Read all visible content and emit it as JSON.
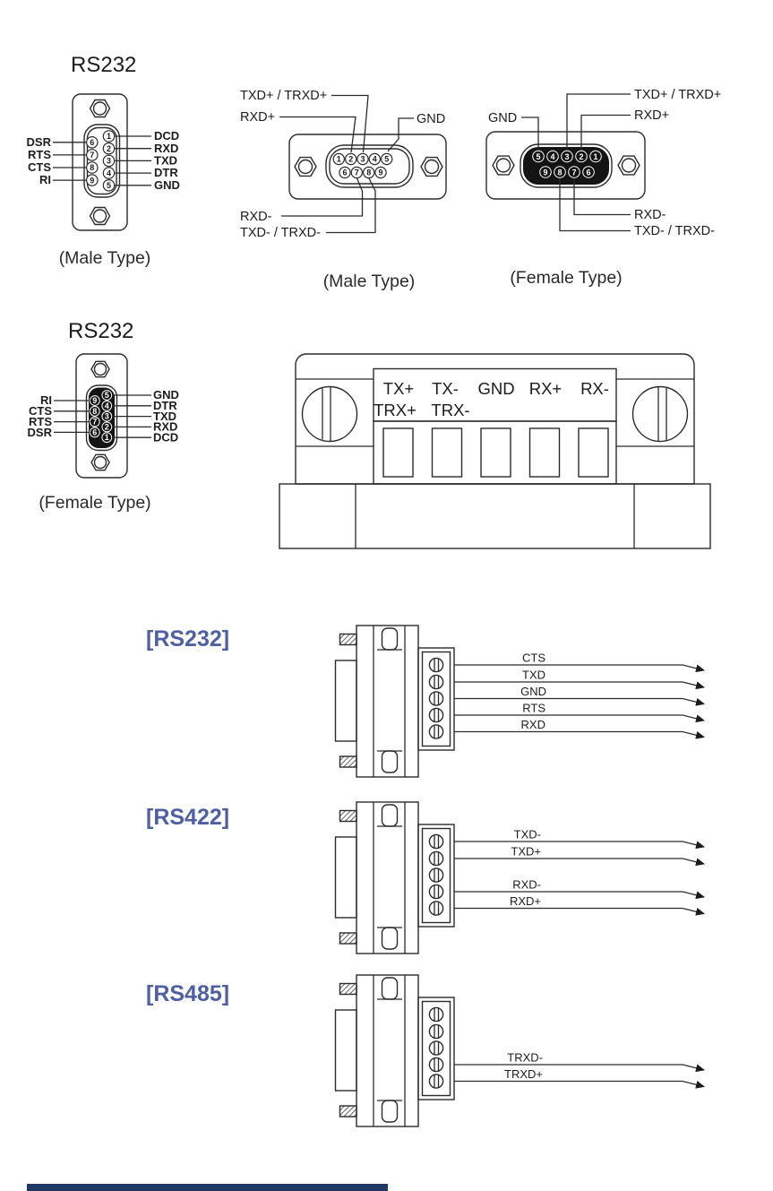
{
  "colors": {
    "accent": "#4e5fa6",
    "line": "#2b2b2b",
    "footer_bar": "#203864"
  },
  "top_left": {
    "title": "RS232",
    "caption": "(Male Type)",
    "left_pins": [
      {
        "pin": "6",
        "label": "DSR"
      },
      {
        "pin": "7",
        "label": "RTS"
      },
      {
        "pin": "8",
        "label": "CTS"
      },
      {
        "pin": "9",
        "label": "RI"
      }
    ],
    "right_pins": [
      {
        "pin": "1",
        "label": "DCD"
      },
      {
        "pin": "2",
        "label": "RXD"
      },
      {
        "pin": "3",
        "label": "TXD"
      },
      {
        "pin": "4",
        "label": "DTR"
      },
      {
        "pin": "5",
        "label": "GND"
      }
    ]
  },
  "top_middle": {
    "caption": "(Male Type)",
    "labels": {
      "txd_plus": "TXD+ / TRXD+",
      "rxd_plus": "RXD+",
      "gnd": "GND",
      "rxd_minus": "RXD-",
      "txd_minus": "TXD- / TRXD-"
    },
    "pins_top": [
      "1",
      "2",
      "3",
      "4",
      "5"
    ],
    "pins_bottom": [
      "6",
      "7",
      "8",
      "9"
    ]
  },
  "top_right": {
    "caption": "(Female Type)",
    "labels": {
      "txd_plus": "TXD+ / TRXD+",
      "rxd_plus": "RXD+",
      "gnd": "GND",
      "rxd_minus": "RXD-",
      "txd_minus": "TXD- / TRXD-"
    },
    "pins_top": [
      "5",
      "4",
      "3",
      "2",
      "1"
    ],
    "pins_bottom": [
      "9",
      "8",
      "7",
      "6"
    ]
  },
  "mid_left": {
    "title": "RS232",
    "caption": "(Female Type)",
    "left_pins": [
      {
        "pin": "9",
        "label": "RI"
      },
      {
        "pin": "8",
        "label": "CTS"
      },
      {
        "pin": "7",
        "label": "RTS"
      },
      {
        "pin": "6",
        "label": "DSR"
      }
    ],
    "right_pins": [
      {
        "pin": "5",
        "label": "GND"
      },
      {
        "pin": "4",
        "label": "DTR"
      },
      {
        "pin": "3",
        "label": "TXD"
      },
      {
        "pin": "2",
        "label": "RXD"
      },
      {
        "pin": "1",
        "label": "DCD"
      }
    ]
  },
  "terminal_block": {
    "row1": [
      "TX+",
      "TX-",
      "GND",
      "RX+",
      "RX-"
    ],
    "row2": [
      "TRX+",
      "TRX-"
    ]
  },
  "wiring": [
    {
      "header": "[RS232]",
      "signals": [
        "CTS",
        "TXD",
        "GND",
        "RTS",
        "RXD"
      ]
    },
    {
      "header": "[RS422]",
      "signals": [
        "TXD-",
        "TXD+",
        "RXD-",
        "RXD+"
      ]
    },
    {
      "header": "[RS485]",
      "signals": [
        "TRXD-",
        "TRXD+"
      ]
    }
  ]
}
